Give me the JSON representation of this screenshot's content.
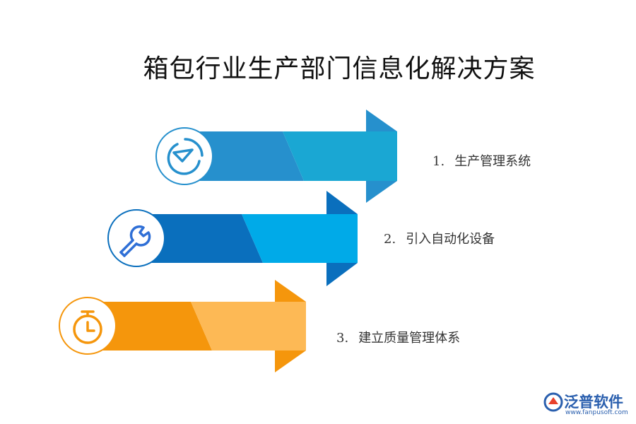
{
  "title": "箱包行业生产部门信息化解决方案",
  "items": [
    {
      "number": "1.",
      "label": "生产管理系统",
      "icon": "pie-chart-icon",
      "colors": {
        "dark": "#2690cd",
        "light": "#1aa7d3",
        "circle": "#2690cd"
      }
    },
    {
      "number": "2.",
      "label": "引入自动化设备",
      "icon": "wrench-icon",
      "colors": {
        "dark": "#0a6fbd",
        "light": "#00aae8",
        "circle": "#0a6fbd"
      }
    },
    {
      "number": "3.",
      "label": "建立质量管理体系",
      "icon": "stopwatch-icon",
      "colors": {
        "dark": "#f5960c",
        "light": "#fdb955",
        "circle": "#f5960c"
      }
    }
  ],
  "logo": {
    "name": "泛普软件",
    "url": "www.fanpusoft.com"
  }
}
